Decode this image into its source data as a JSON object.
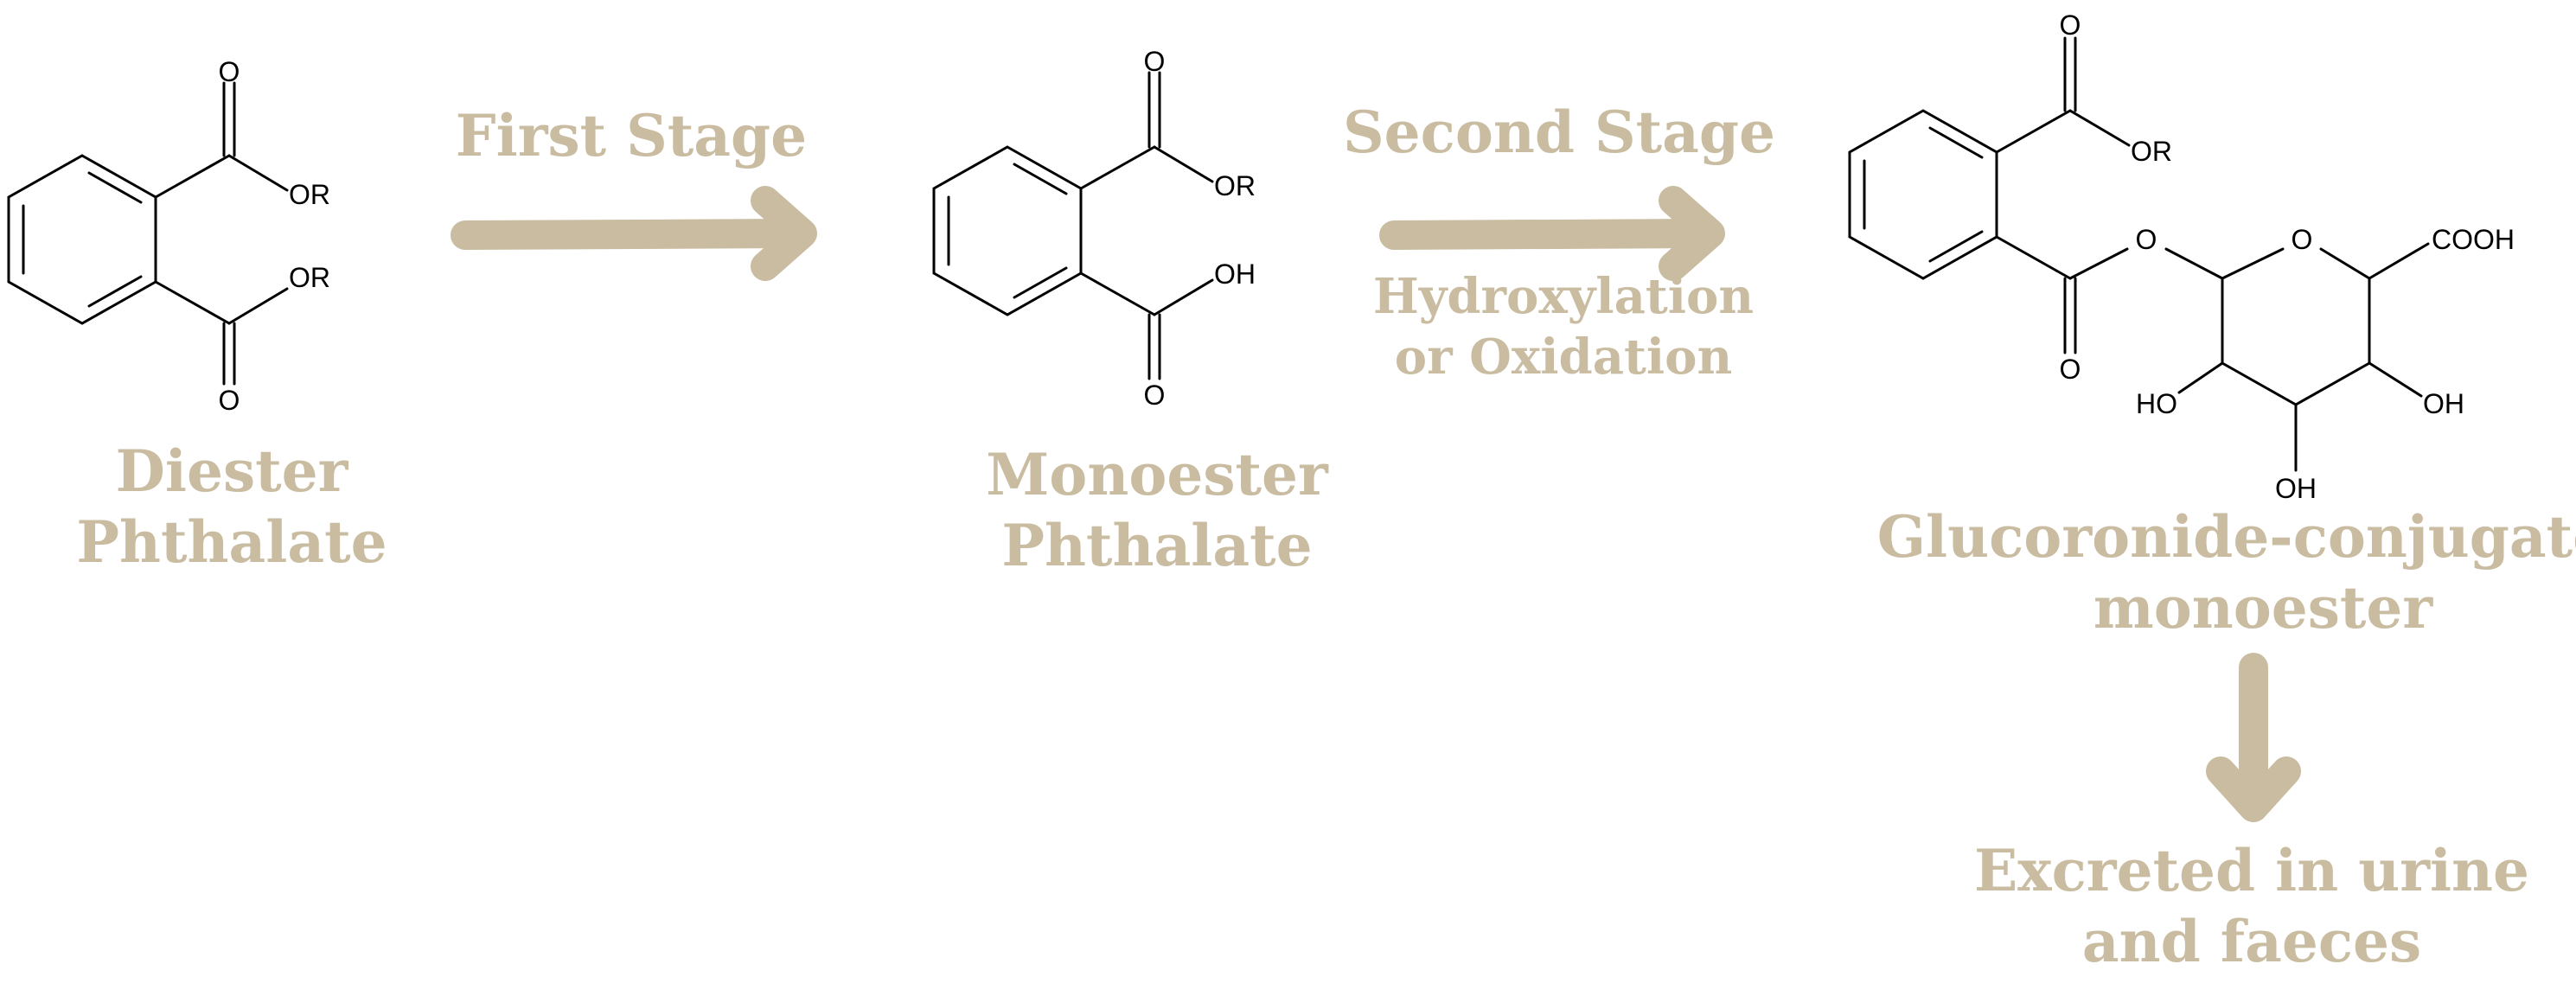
{
  "colors": {
    "accent": "#c9bca0",
    "structure": "#000000"
  },
  "molecules": {
    "diester": {
      "label_line1": "Diester",
      "label_line2": "Phthalate",
      "atoms": {
        "o_top": "O",
        "or_top": "OR",
        "or_bottom": "OR",
        "o_bottom": "O"
      }
    },
    "monoester": {
      "label_line1": "Monoester",
      "label_line2": "Phthalate",
      "atoms": {
        "o_top": "O",
        "or": "OR",
        "oh": "OH",
        "o_bottom": "O"
      }
    },
    "glucuronide": {
      "label_line1": "Glucoronide-conjugated",
      "label_line2": "monoester",
      "atoms": {
        "o_top": "O",
        "or": "OR",
        "o_ester": "O",
        "o_ring": "O",
        "cooh": "COOH",
        "o_carbonyl": "O",
        "ho_left": "HO",
        "oh_right": "OH",
        "oh_bottom": "OH"
      }
    }
  },
  "steps": {
    "first": {
      "title": "First Stage"
    },
    "second": {
      "title": "Second Stage",
      "sub_line1": "Hydroxylation",
      "sub_line2": "or Oxidation"
    }
  },
  "outcome": {
    "line1": "Excreted in urine",
    "line2": "and faeces"
  }
}
